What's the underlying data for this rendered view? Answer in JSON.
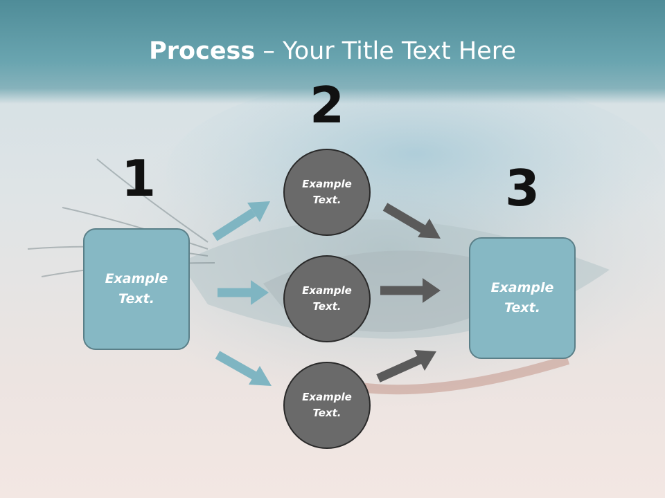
{
  "title": {
    "bold": "Process",
    "rest": " – Your Title Text Here"
  },
  "steps": [
    {
      "number": "1",
      "label": "Example Text."
    },
    {
      "number": "2",
      "circles": [
        {
          "label": "Example Text."
        },
        {
          "label": "Example Text."
        },
        {
          "label": "Example Text."
        }
      ]
    },
    {
      "number": "3",
      "label": "Example Text."
    }
  ],
  "colors": {
    "header": "#5e9aa6",
    "box_fill": "#86b8c4",
    "circle_fill": "#6a6a6a",
    "arrow_teal": "#7fb5c2",
    "arrow_gray": "#5a5a5a"
  }
}
